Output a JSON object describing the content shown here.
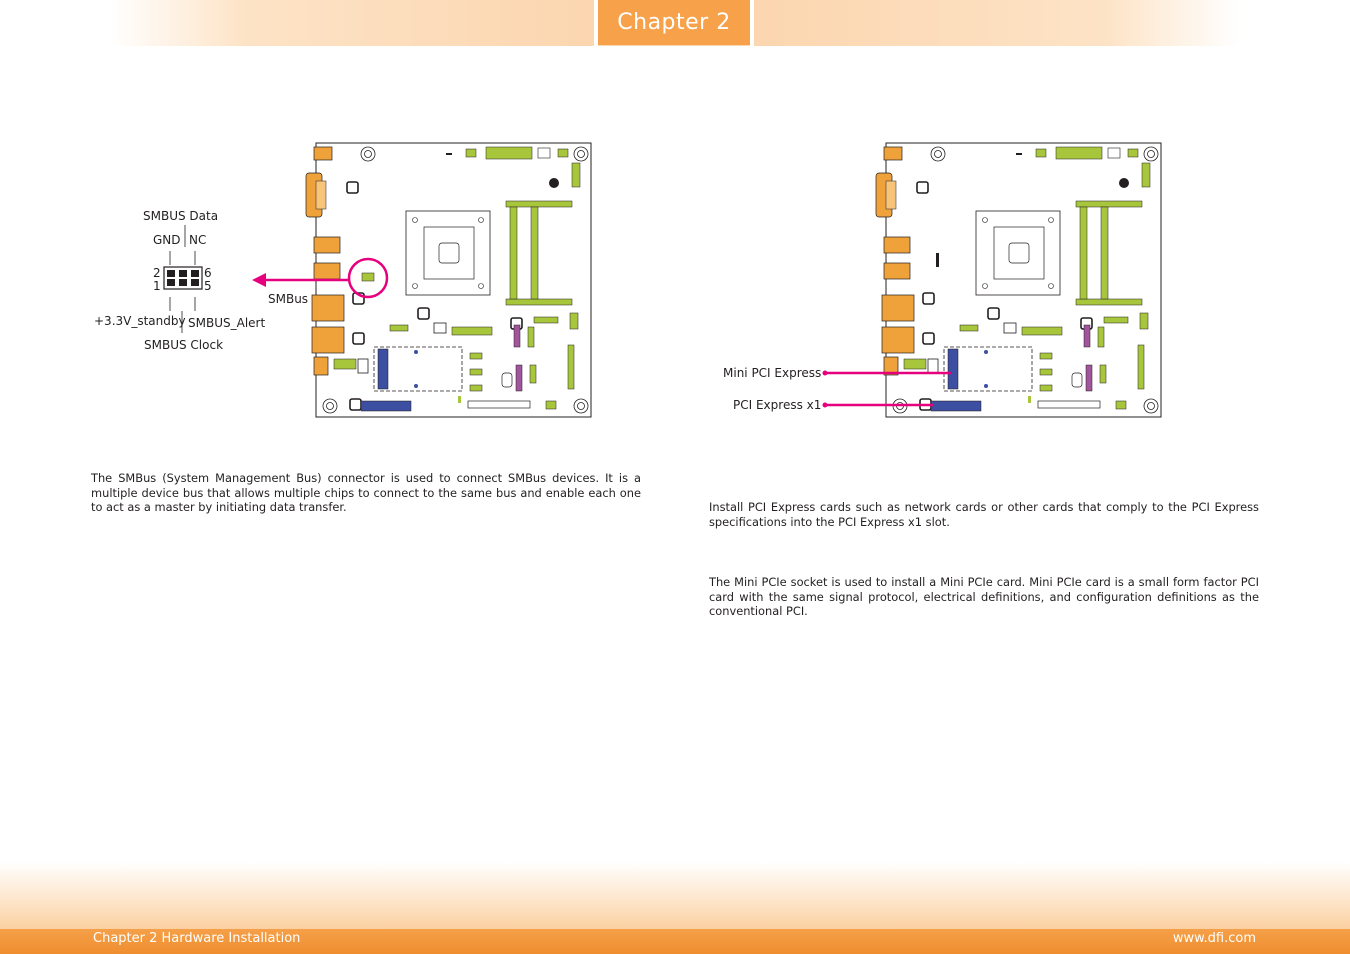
{
  "header": {
    "chapter_tab": "Chapter 2"
  },
  "footer": {
    "left": "Chapter 2 Hardware Installation",
    "right": "www.dfi.com"
  },
  "smbus": {
    "label_data": "SMBUS Data",
    "label_gnd": "GND",
    "label_nc": "NC",
    "pin_2": "2",
    "pin_1": "1",
    "pin_6": "6",
    "pin_5": "5",
    "label_standby": "+3.3V_standby",
    "label_alert": "SMBUS_Alert",
    "label_clock": "SMBUS Clock",
    "label_connector": "SMBus",
    "description": "The SMBus (System Management Bus) connector is used to connect SMBus devices. It is a multiple device bus that allows multiple chips to connect to the same bus and enable each one to act as a master by initiating data transfer."
  },
  "pcie": {
    "label_mini": "Mini PCI Express",
    "label_x1": "PCI Express x1",
    "description_x1": "Install PCI Express cards such as network cards or other cards that comply to the PCI Express specifications into the PCI Express x1 slot.",
    "description_mini": "The Mini PCIe socket is used to install a Mini PCIe card. Mini PCIe card is a small form factor PCI card with the same signal protocol, electrical definitions, and configuration definitions as the conventional PCI."
  },
  "colors": {
    "accent_orange": "#f7a24a",
    "pointer_magenta": "#e6007e",
    "connector_green": "#a8c63c",
    "slot_blue": "#3c4fa0",
    "socket_purple": "#a1559c",
    "io_orange": "#f0a23a"
  }
}
